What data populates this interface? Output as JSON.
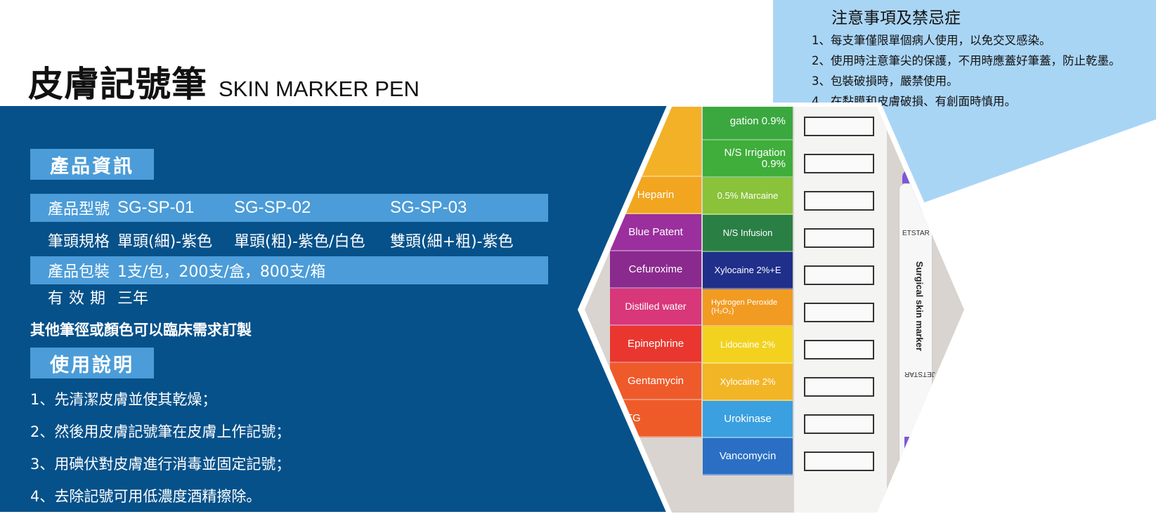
{
  "title": {
    "cn": "皮膚記號筆",
    "en": "SKIN MARKER PEN"
  },
  "product_info": {
    "heading": "產品資訊",
    "rows": [
      {
        "label": "產品型號",
        "values": [
          "SG-SP-01",
          "SG-SP-02",
          "SG-SP-03"
        ]
      },
      {
        "label": "筆頭規格",
        "values": [
          "單頭(細)-紫色",
          "單頭(粗)-紫色/白色",
          "雙頭(細+粗)-紫色"
        ]
      },
      {
        "label": "產品包裝",
        "values": [
          "1支/包，200支/盒，800支/箱"
        ]
      },
      {
        "label": "有效期",
        "values": [
          "三年"
        ]
      }
    ],
    "custom_note": "其他筆徑或顏色可以臨床需求訂製"
  },
  "usage": {
    "heading": "使用說明",
    "steps": [
      "1、先清潔皮膚並使其乾燥；",
      "2、然後用皮膚記號筆在皮膚上作記號；",
      "3、用碘伏對皮膚進行消毒並固定記號；",
      "4、去除記號可用低濃度酒精擦除。"
    ]
  },
  "notice": {
    "title": "注意事項及禁忌症",
    "items": [
      "1、每支筆僅限單個病人使用，以免交叉感染。",
      "2、使用時注意筆尖的保護，不用時應蓋好筆蓋，防止乾墨。",
      "3、包裝破損時，嚴禁使用。",
      "4、在黏膜和皮膚破損、有創面時慎用。"
    ]
  },
  "photo_labels": {
    "col_a": [
      "Heparin",
      "Blue Patent",
      "Cefuroxime",
      "Distilled water",
      "Epinephrine",
      "Gentamycin",
      "NTG"
    ],
    "col_b": [
      "gation 0.9%",
      "N/S Irrigation 0.9%",
      "0.5% Marcaine",
      "N/S Infusion",
      "Xylocaine 2%+E",
      "Hydrogen Peroxide (H₂O₂)",
      "Lidocaine 2%",
      "Xylocaine 2%",
      "Urokinase",
      "Vancomycin"
    ],
    "pen_text": "Surgical skin marker",
    "pen_brand": "ETSTAR",
    "pen_brand_2": "JETSTAR"
  },
  "colors": {
    "panel": "#06518a",
    "badge": "#4b9cd8",
    "notice_bg": "#a9d5f5"
  }
}
